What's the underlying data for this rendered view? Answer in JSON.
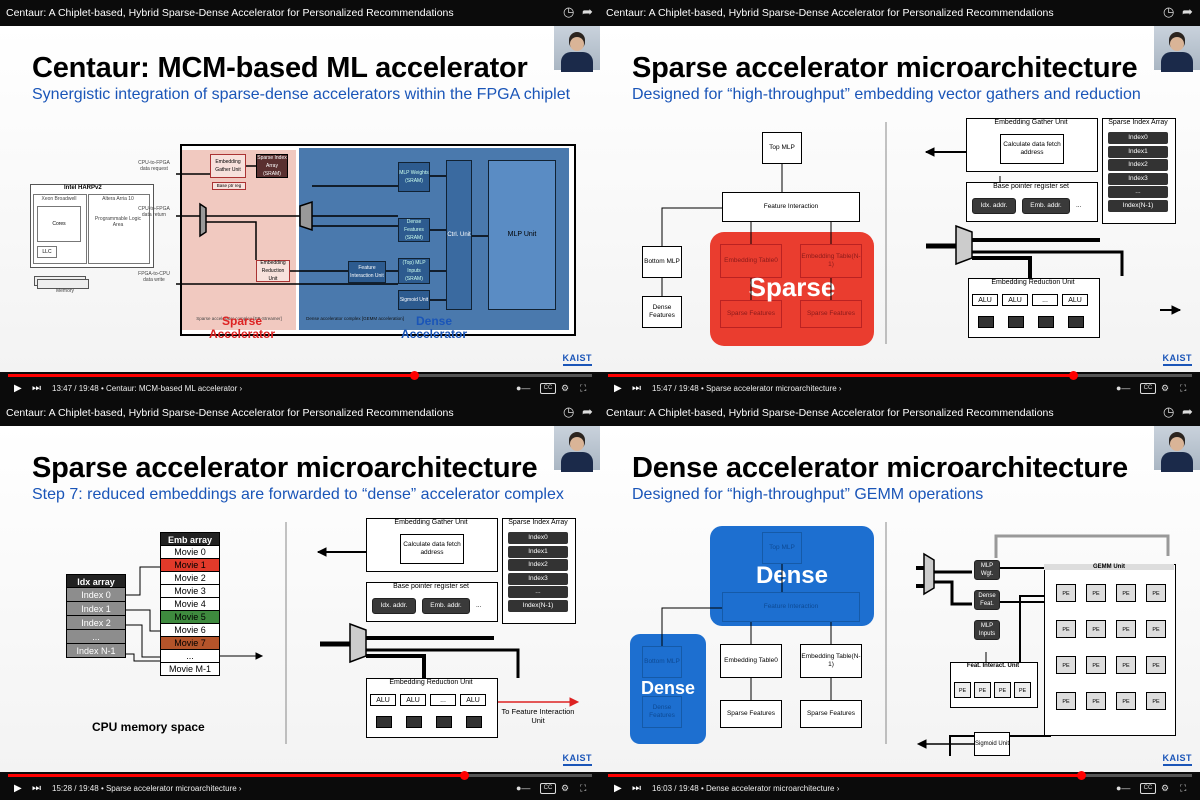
{
  "video_title": "Centaur: A Chiplet-based, Hybrid Sparse-Dense Accelerator for Personalized Recommendations",
  "brand": "KAIST",
  "panels": [
    {
      "slide_title": "Centaur: MCM-based ML accelerator",
      "slide_subtitle": "Synergistic integration of sparse-dense accelerators within the FPGA chiplet",
      "time": "13:47 / 19:48",
      "chapter": "Centaur: MCM-based ML accelerator",
      "progress": 0.696,
      "diagram": {
        "host": "Intel HARPv2",
        "cpu": "Xeon Broadwell",
        "cores": "Cores",
        "llc": "LLC",
        "fpga": "Altera Arria 10",
        "pla": "Programmable Logic Area",
        "memory": "Memory",
        "req": "CPU-to-FPGA data request",
        "ret": "CPU-to-FPGA data return",
        "wr": "FPGA-to-CPU data write",
        "gather": "Embedding Gather Unit",
        "sia": "Sparse Index Array (SRAM)",
        "bpr": "Base ptr reg",
        "reduction": "Embedding Reduction Unit",
        "mlpw": "MLP Weights (SRAM)",
        "df": "Dense Features (SRAM)",
        "fi": "Feature Interaction Unit",
        "top": "(Top) MLP Inputs (SRAM)",
        "sig": "Sigmoid Unit",
        "ctrl": "Ctrl. Unit",
        "mlp": "MLP Unit",
        "sparse_cx": "Sparse accelerator complex [EB-Streamer]",
        "dense_cx": "Dense accelerator complex [GEMM acceleration]",
        "sparse_lbl": "Sparse Accelerator",
        "dense_lbl": "Dense Accelerator"
      }
    },
    {
      "slide_title": "Sparse accelerator microarchitecture",
      "slide_subtitle": "Designed for “high-throughput” embedding vector gathers and reduction",
      "time": "15:47 / 19:48",
      "chapter": "Sparse accelerator microarchitecture",
      "progress": 0.797,
      "diagram": {
        "top_mlp": "Top MLP",
        "feat_int": "Feature Interaction",
        "bottom_mlp": "Bottom MLP",
        "dense_feat": "Dense Features",
        "emb_t0": "Embedding Table0",
        "emb_tn": "Embedding Table(N-1)",
        "sp_feat": "Sparse Features",
        "big": "Sparse",
        "gather": "Embedding Gather Unit",
        "calc": "Calculate data fetch address",
        "bpr": "Base pointer register set",
        "idx_addr": "Idx. addr.",
        "emb_addr": "Emb. addr.",
        "dots": "...",
        "sia": "Sparse Index Array",
        "idx": [
          "Index0",
          "Index1",
          "Index2",
          "Index3",
          "...",
          "Index(N-1)"
        ],
        "reduction": "Embedding Reduction Unit",
        "alu": [
          "ALU",
          "ALU",
          "...",
          "ALU"
        ]
      }
    },
    {
      "slide_title": "Sparse accelerator microarchitecture",
      "slide_subtitle": "Step 7: reduced embeddings are forwarded to “dense” accelerator complex",
      "time": "15:28 / 19:48",
      "chapter": "Sparse accelerator microarchitecture",
      "progress": 0.781,
      "diagram": {
        "idx_title": "Idx array",
        "idx": [
          "Index 0",
          "Index 1",
          "Index 2",
          "...",
          "Index N-1"
        ],
        "emb_title": "Emb array",
        "movies": [
          "Movie 0",
          "Movie 1",
          "Movie 2",
          "Movie 3",
          "Movie 4",
          "Movie 5",
          "Movie 6",
          "Movie 7",
          "...",
          "Movie M-1"
        ],
        "movie_colors": [
          "#ffffff",
          "#e23a2a",
          "#ffffff",
          "#ffffff",
          "#ffffff",
          "#3e8a3e",
          "#ffffff",
          "#b4542a",
          "#ffffff",
          "#ffffff"
        ],
        "cpu_mem": "CPU memory space",
        "gather": "Embedding Gather Unit",
        "calc": "Calculate data fetch address",
        "bpr": "Base pointer register set",
        "idx_addr": "Idx. addr.",
        "emb_addr": "Emb. addr.",
        "dots": "...",
        "sia": "Sparse Index Array",
        "sidx": [
          "Index0",
          "Index1",
          "Index2",
          "Index3",
          "...",
          "Index(N-1)"
        ],
        "reduction": "Embedding Reduction Unit",
        "alu": [
          "ALU",
          "ALU",
          "...",
          "ALU"
        ],
        "to_fi": "To Feature Interaction Unit"
      }
    },
    {
      "slide_title": "Dense accelerator microarchitecture",
      "slide_subtitle": "Designed for “high-throughput” GEMM operations",
      "time": "16:03 / 19:48",
      "chapter": "Dense accelerator microarchitecture",
      "progress": 0.81,
      "diagram": {
        "top_mlp": "Top MLP",
        "feat_int": "Feature Interaction",
        "bottom_mlp": "Bottom MLP",
        "dense_feat": "Dense Features",
        "emb_t0": "Embedding Table0",
        "emb_tn": "Embedding Table(N-1)",
        "sp_feat": "Sparse Features",
        "big": "Dense",
        "big2": "Dense",
        "mlp_wgt": "MLP Wgt.",
        "dfeat": "Dense Feat.",
        "mlp_in": "MLP Inputs",
        "fi_unit": "Feat. Interact. Unit",
        "pe": "PE",
        "gemm": "GEMM Unit",
        "sig": "Sigmoid Unit"
      }
    }
  ]
}
